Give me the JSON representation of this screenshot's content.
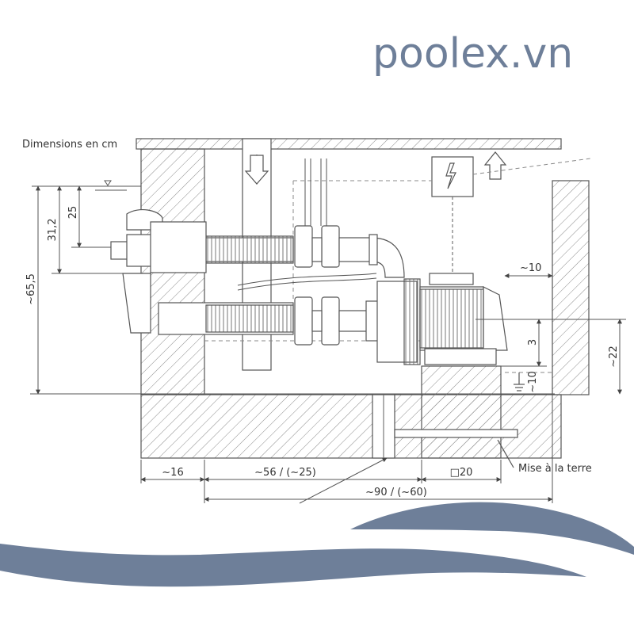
{
  "brand": {
    "text": "poolex.vn",
    "color": "#6e7f99"
  },
  "diagram": {
    "units_label": "Dimensions en cm",
    "dims": {
      "d25": "25",
      "d31_2": "31,2",
      "d65_5": "~65,5",
      "d10_top": "~10",
      "d3": "3",
      "d10_bottom": "~10",
      "d22": "~22",
      "d16": "~16",
      "d56": "~56 / (~25)",
      "d20": "□20",
      "d90": "~90 / (~60)"
    },
    "earth_label": "Mise à la terre",
    "colors": {
      "line": "#555555",
      "wave": "#6e7f99"
    }
  }
}
